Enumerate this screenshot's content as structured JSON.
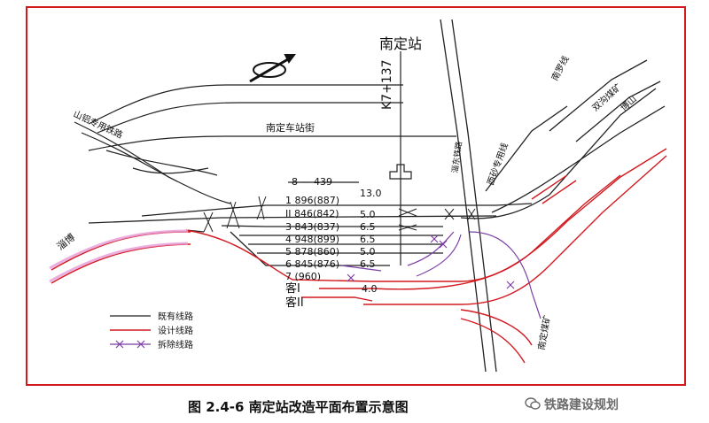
{
  "station": {
    "name": "南定站",
    "mileage": "K7+137"
  },
  "streets": {
    "station_street": "南定车站街"
  },
  "branches": {
    "shanlv": "山铝专用铁路",
    "zibo": "淄博",
    "nanpo": "南罗线",
    "shuanggou": "双沟煤矿",
    "boshan": "博山",
    "xisha": "西砂专用线",
    "nanding_coal": "南定煤矿",
    "vertical": "淄东铁路"
  },
  "tracks": [
    {
      "id": "8",
      "label": "8 — 439"
    },
    {
      "id": "1",
      "label": "1  896(887)",
      "spacing": "13.0"
    },
    {
      "id": "II",
      "label": "II  846(842)",
      "spacing": "5.0"
    },
    {
      "id": "3",
      "label": "3  843(837)",
      "spacing": "6.5"
    },
    {
      "id": "4",
      "label": "4  948(899)",
      "spacing": "6.5"
    },
    {
      "id": "5",
      "label": "5  878(860)",
      "spacing": "5.0"
    },
    {
      "id": "6",
      "label": "6  845(876)",
      "spacing": "6.5"
    },
    {
      "id": "7",
      "label": "7  (960)"
    }
  ],
  "passenger_lines": [
    {
      "label": "客I",
      "spacing": "4.0"
    },
    {
      "label": "客II"
    }
  ],
  "legend": [
    {
      "label": "既有线路",
      "color": "#222222"
    },
    {
      "label": "设计线路",
      "color": "#d2191f"
    },
    {
      "label": "拆除线路",
      "color": "#7b3fa6"
    }
  ],
  "caption": "图 2.4-6  南定站改造平面布置示意图",
  "watermark": "铁路建设规划",
  "colors": {
    "existing": "#222222",
    "design": "#d2191f",
    "removed": "#7b3fa6",
    "highlight": "#e89ad6"
  },
  "icons": [
    "north-arrow-icon",
    "wechat-icon"
  ]
}
